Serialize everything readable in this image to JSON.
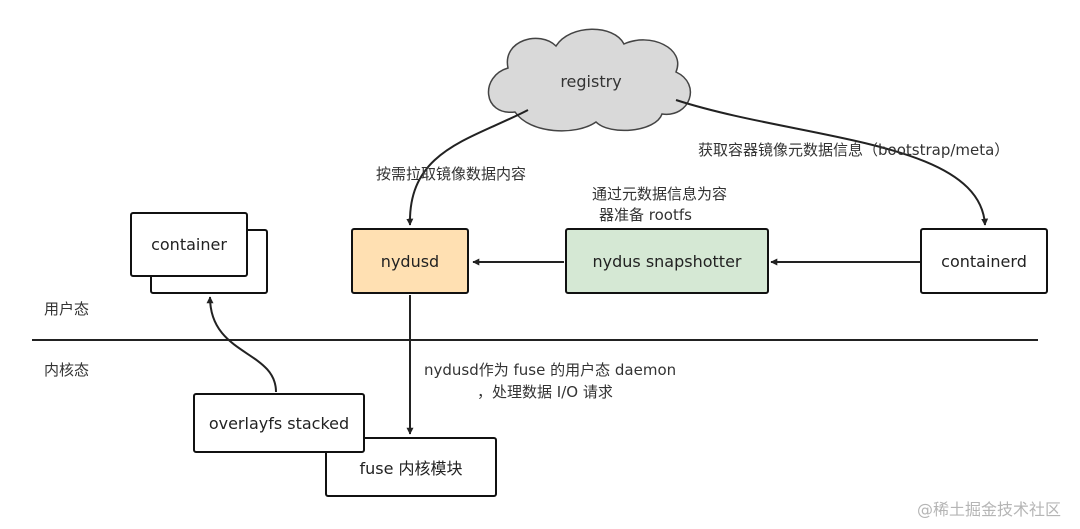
{
  "diagram": {
    "cloud": {
      "label": "registry",
      "fill": "#d9d9d9"
    },
    "nodes": {
      "container": {
        "label": "container"
      },
      "nydusd": {
        "label": "nydusd",
        "fill": "#ffe0b2"
      },
      "snapshotter": {
        "label": "nydus snapshotter",
        "fill": "#d5e8d4"
      },
      "containerd": {
        "label": "containerd"
      },
      "overlayfs": {
        "label": "overlayfs stacked"
      },
      "fuse": {
        "label": "fuse 内核模块"
      }
    },
    "edges": {
      "registry_to_nydusd": "按需拉取镜像数据内容",
      "registry_to_containerd": "获取容器镜像元数据信息（bootstrap/meta）",
      "snapshotter_to_nydusd_line1": "通过元数据信息为容",
      "snapshotter_to_nydusd_line2": "器准备 rootfs",
      "nydusd_to_fuse_line1": "nydusd作为 fuse 的用户态 daemon",
      "nydusd_to_fuse_line2": "，处理数据 I/O 请求"
    },
    "zones": {
      "user_space": "用户态",
      "kernel_space": "内核态"
    },
    "watermark": "@稀土掘金技术社区"
  }
}
